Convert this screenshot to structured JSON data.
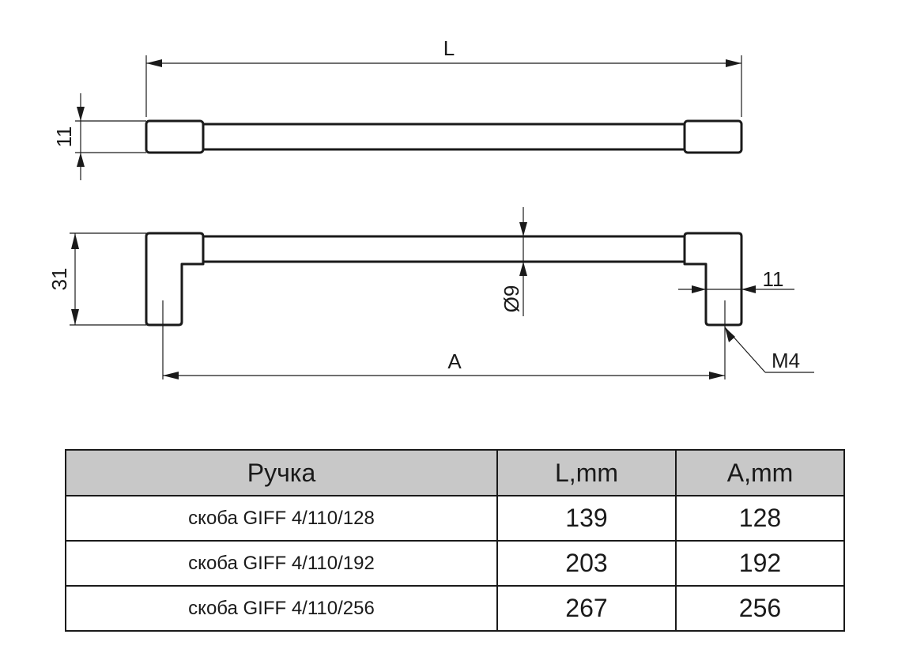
{
  "drawing": {
    "dim_length_label": "L",
    "dim_height_top_label": "11",
    "dim_depth_label": "31",
    "dim_diameter_label": "Ø9",
    "dim_leg_width_label": "11",
    "dim_center_label": "A",
    "thread_label": "M4"
  },
  "table": {
    "headers": [
      "Ручка",
      "L,mm",
      "A,mm"
    ],
    "rows": [
      [
        "скоба GIFF 4/110/128",
        "139",
        "128"
      ],
      [
        "скоба GIFF 4/110/192",
        "203",
        "192"
      ],
      [
        "скоба GIFF 4/110/256",
        "267",
        "256"
      ]
    ]
  },
  "colors": {
    "line": "#1a1a1a",
    "header_bg": "#c8c8c8"
  }
}
